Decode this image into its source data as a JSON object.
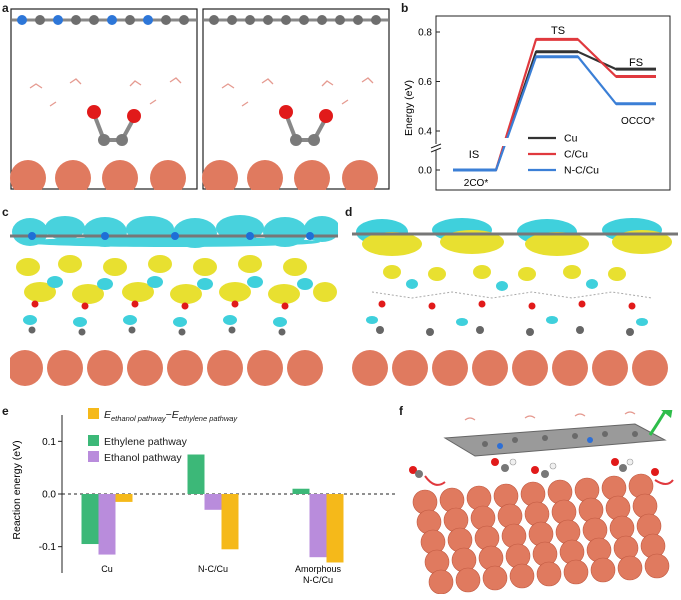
{
  "panel_labels": {
    "a": "a",
    "b": "b",
    "c": "c",
    "d": "d",
    "e": "e",
    "f": "f"
  },
  "colors": {
    "copper": "#e07a5f",
    "carbon": "#808080",
    "nitrogen": "#1f6fd6",
    "oxygen": "#e11a1a",
    "cyan_iso": "#3fd0dc",
    "yellow_iso": "#e8e030"
  },
  "chart_data": [
    {
      "type": "line",
      "panel": "b",
      "xlabel": "",
      "ylabel": "Energy (eV)",
      "yticks": [
        "0.0",
        "0.4",
        "0.6",
        "0.8"
      ],
      "states": [
        "IS",
        "TS",
        "FS"
      ],
      "state_annotations": {
        "is_bottom": "2CO*",
        "fs_bottom": "OCCO*"
      },
      "series": [
        {
          "name": "Cu",
          "color": "#333333",
          "values": [
            0.0,
            0.72,
            0.65
          ]
        },
        {
          "name": "C/Cu",
          "color": "#e0393e",
          "values": [
            0.0,
            0.77,
            0.62
          ]
        },
        {
          "name": "N-C/Cu",
          "color": "#3b7fd6",
          "values": [
            0.0,
            0.7,
            0.51
          ]
        }
      ],
      "y_axis_break": true
    },
    {
      "type": "bar",
      "panel": "e",
      "ylabel": "Reaction energy (eV)",
      "yticks": [
        "0.1",
        "0.0",
        "-0.1"
      ],
      "ylim": [
        -0.15,
        0.15
      ],
      "categories": [
        "Cu",
        "N-C/Cu",
        "Amorphous N-C/Cu"
      ],
      "category_lines": [
        [
          "Cu"
        ],
        [
          "N-C/Cu"
        ],
        [
          "Amorphous",
          "N-C/Cu"
        ]
      ],
      "series": [
        {
          "name": "Ethylene pathway",
          "color": "#3cb878",
          "values": [
            -0.095,
            0.075,
            0.01
          ]
        },
        {
          "name": "Ethanol pathway",
          "color": "#b98cdc",
          "values": [
            -0.115,
            -0.03,
            -0.12
          ]
        },
        {
          "name": "E_ethanol pathway − E_ethylene pathway",
          "color": "#f5b91a",
          "values": [
            -0.015,
            -0.105,
            -0.13
          ]
        }
      ],
      "legend": {
        "diff_main": "E",
        "diff_sub1": "ethanol pathway",
        "diff_minus": "−E",
        "diff_sub2": "ethylene pathway",
        "ethylene": "Ethylene pathway",
        "ethanol": "Ethanol pathway"
      }
    }
  ]
}
